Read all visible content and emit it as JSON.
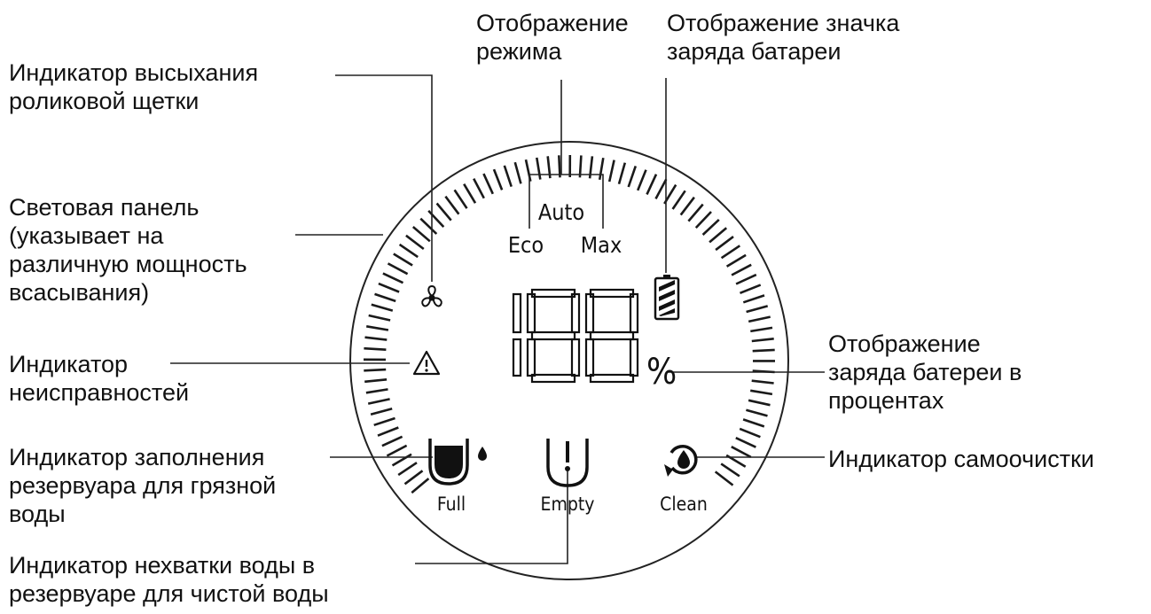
{
  "callouts": {
    "mode_display": [
      "Отображение",
      "режима"
    ],
    "battery_icon_display": [
      "Отображение значка",
      "заряда батареи"
    ],
    "brush_drying": [
      "Индикатор высыхания",
      "роликовой щетки"
    ],
    "light_bar": [
      "Световая панель",
      "(указывает на",
      "различную мощность",
      "всасывания)"
    ],
    "fault": [
      "Индикатор",
      "неисправностей"
    ],
    "dirty_tank": [
      "Индикатор заполнения",
      "резервуара для грязной",
      "воды"
    ],
    "clean_water": [
      "Индикатор нехватки воды в",
      "резервуаре для чистой воды"
    ],
    "battery_percent": [
      "Отображение",
      "заряда батереи в",
      "процентах"
    ],
    "self_clean": [
      "Индикатор самоочистки"
    ]
  },
  "display": {
    "modes": {
      "auto": "Auto",
      "eco": "Eco",
      "max": "Max"
    },
    "digits": "188",
    "percent_sign": "%",
    "status": {
      "full": "Full",
      "empty": "Empty",
      "clean": "Clean"
    },
    "icons": [
      "fan-icon",
      "warning-icon",
      "battery-icon",
      "dirty-tank-icon",
      "water-drop-icon",
      "clean-water-tank-icon",
      "self-clean-icon"
    ],
    "ink_color": "#111111"
  }
}
